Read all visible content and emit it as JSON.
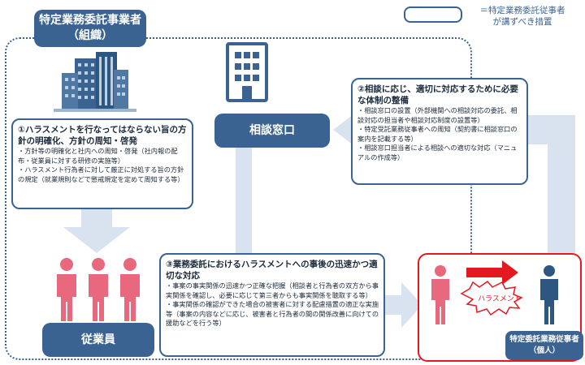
{
  "legend": {
    "swatch_color": "#3a6391",
    "text": "＝特定業務委託従事者\nが講ずべき措置"
  },
  "org": {
    "label": "特定業務委託事業者\n（組織）",
    "icon": "building-icon"
  },
  "consultation": {
    "label": "相談窓口",
    "icon": "office-building-icon"
  },
  "employees": {
    "label": "従業員",
    "icon": "people-group-icon",
    "color": "#e8687e"
  },
  "worker": {
    "label": "特定委託業務従事者\n（個人）",
    "icon": "person-icon",
    "color": "#2d5780"
  },
  "harassment": {
    "label": "ハラスメント",
    "arrow_color": "#e4181f"
  },
  "box1": {
    "title": "①ハラスメントを行なってはならない旨の方針の明確化、方針の周知・啓発",
    "items": [
      "・方針等の明確化と社内への周知・啓発（社内報の配布・従業員に対する研修の実施等）",
      "・ハラスメント行為者に対して厳正に対処する旨の方針の規定（就業規則などで懲戒規定を定めて周知する等）"
    ]
  },
  "box2": {
    "title": "②相談に応じ、適切に対応するために必要な体制の整備",
    "items": [
      "・相談窓口の設置（外部機関への相談対応の委託、相談対応の担当者や相談対応制度の設置等）",
      "・特定受託業務従事者への周知（契約書に相談窓口の案内を記載する等）",
      "・相談窓口担当者による相談への適切な対応（マニュアルの作成等）"
    ]
  },
  "box3": {
    "title": "③業務委託におけるハラスメントへの事後の迅速かつ適切な対応",
    "items": [
      "・事案の事実関係の迅速かつ正確な把握（相談者と行為者の双方から事実関係を確認し、必要に応じて第三者からも事実関係を聴取する等）",
      "・事実関係の確認ができた場合の被害者に対する配慮措置の適正な実施等（事案の内容などに応じ、被害者と行為者の間の関係改善に向けての援助などを行う等）"
    ]
  },
  "colors": {
    "navy": "#3a6391",
    "flow_arrow": "#d9e2ef",
    "accent_red": "#e4181f"
  }
}
